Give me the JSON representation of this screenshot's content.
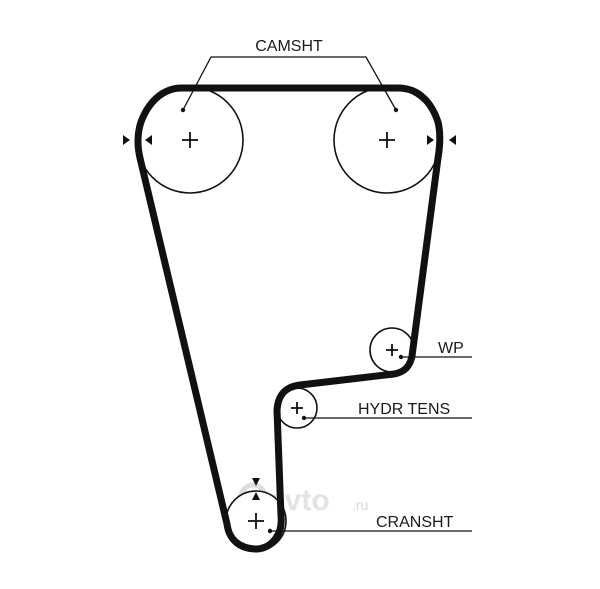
{
  "labels": {
    "camshaft": "CAMSHT",
    "water_pump": "WP",
    "hydraulic_tensioner": "HYDR TENS",
    "crankshaft": "CRANSHT"
  },
  "watermark": {
    "name": "avto",
    "domain": ".ru"
  },
  "colors": {
    "belt": "#111111",
    "pulley_outline": "#111111",
    "background": "#ffffff"
  }
}
